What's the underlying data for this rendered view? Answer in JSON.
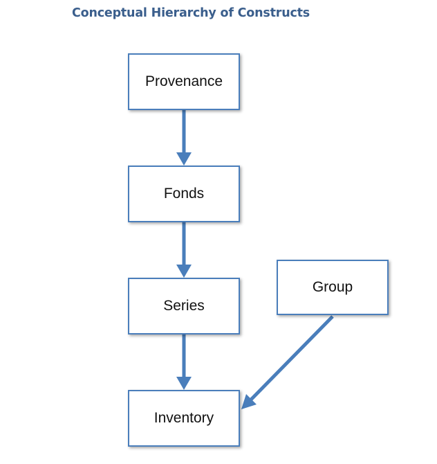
{
  "title": "Conceptual Hierarchy of Constructs",
  "nodes": {
    "provenance": "Provenance",
    "fonds": "Fonds",
    "series": "Series",
    "inventory": "Inventory",
    "group": "Group"
  },
  "colors": {
    "title": "#3a5e8c",
    "box_border": "#4a7ebb",
    "arrow": "#4a7ebb",
    "text": "#111111"
  }
}
